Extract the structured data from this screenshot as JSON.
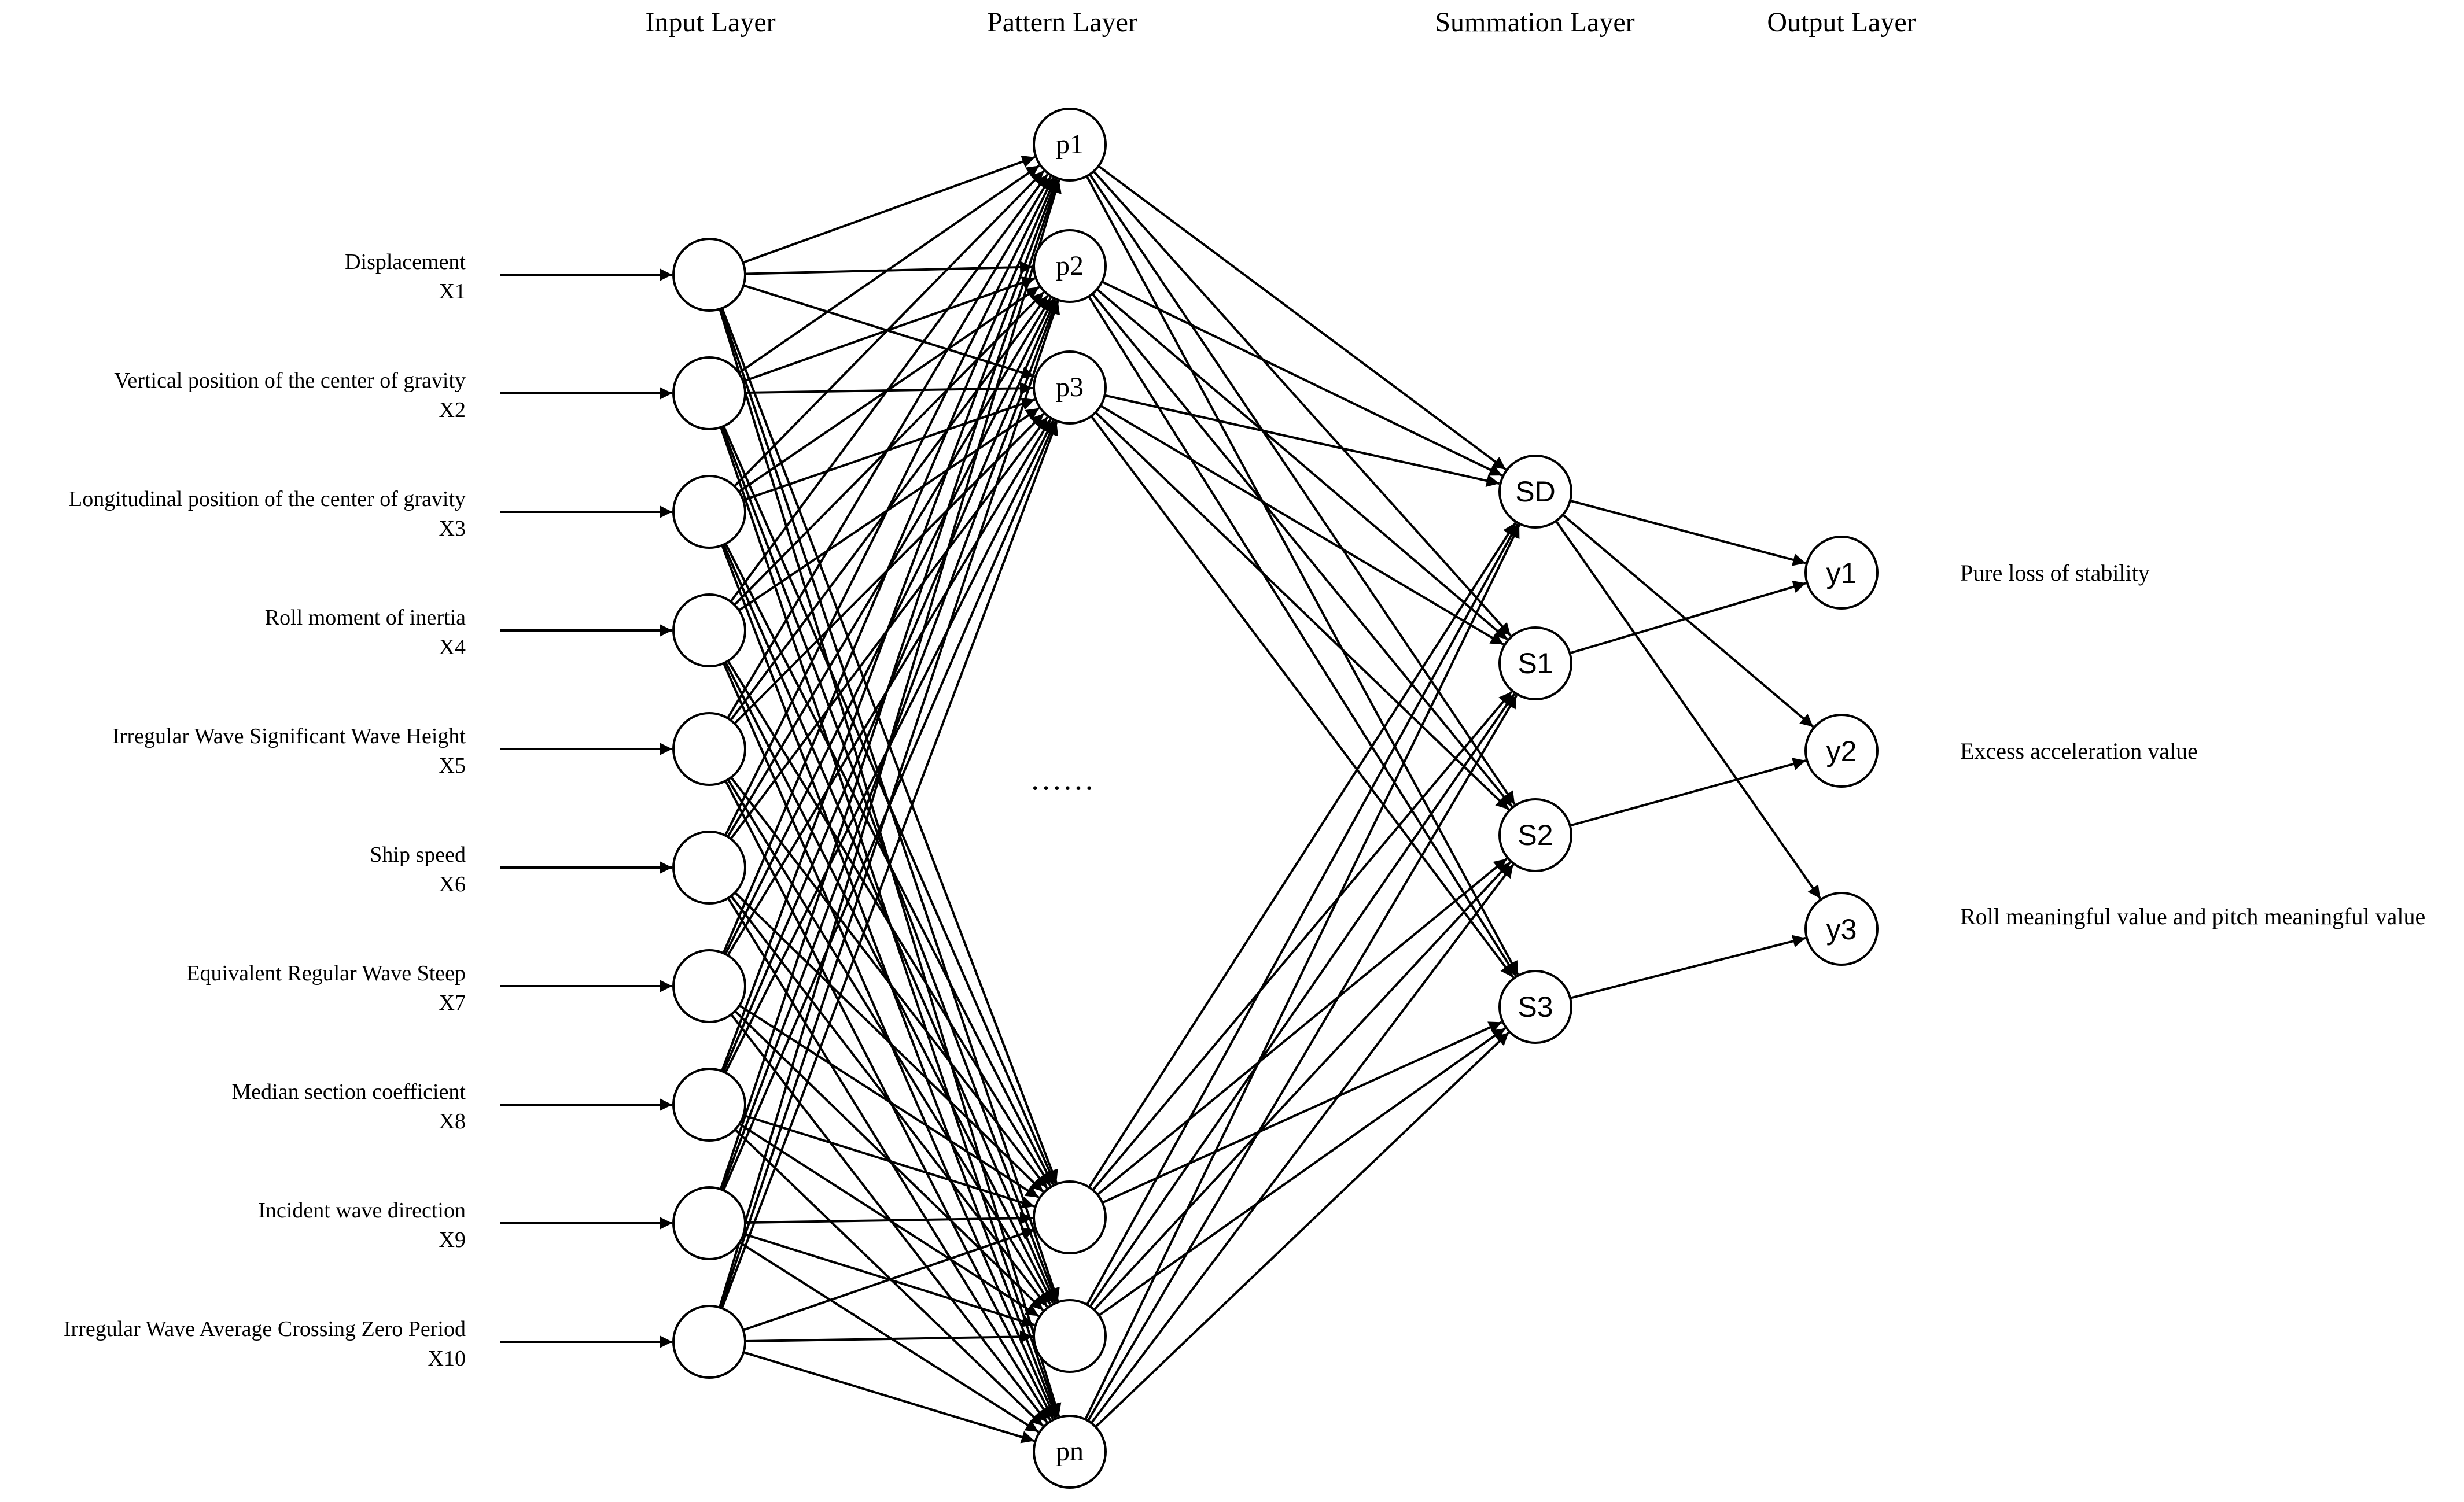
{
  "layers": {
    "input": "Input Layer",
    "pattern": "Pattern Layer",
    "summation": "Summation Layer",
    "output": "Output Layer"
  },
  "inputs": [
    {
      "name": "Displacement",
      "var": "X1"
    },
    {
      "name": "Vertical position of the center of gravity",
      "var": "X2"
    },
    {
      "name": "Longitudinal position of the center of gravity",
      "var": "X3"
    },
    {
      "name": "Roll moment of inertia",
      "var": "X4"
    },
    {
      "name": "Irregular Wave Significant Wave Height",
      "var": "X5"
    },
    {
      "name": "Ship speed",
      "var": "X6"
    },
    {
      "name": "Equivalent Regular Wave Steep",
      "var": "X7"
    },
    {
      "name": "Median section coefficient",
      "var": "X8"
    },
    {
      "name": "Incident wave direction",
      "var": "X9"
    },
    {
      "name": "Irregular Wave Average Crossing Zero Period",
      "var": "X10"
    }
  ],
  "pattern_nodes": [
    "p1",
    "p2",
    "p3",
    "",
    "",
    "pn"
  ],
  "pattern_ellipsis": "……",
  "summation_nodes": [
    "SD",
    "S1",
    "S2",
    "S3"
  ],
  "output_nodes": [
    {
      "id": "y1",
      "label": "Pure loss of stability"
    },
    {
      "id": "y2",
      "label": "Excess acceleration value"
    },
    {
      "id": "y3",
      "label": "Roll meaningful value and pitch meaningful value"
    }
  ],
  "colors": {
    "stroke": "#000000",
    "node_fill": "#ffffff"
  }
}
